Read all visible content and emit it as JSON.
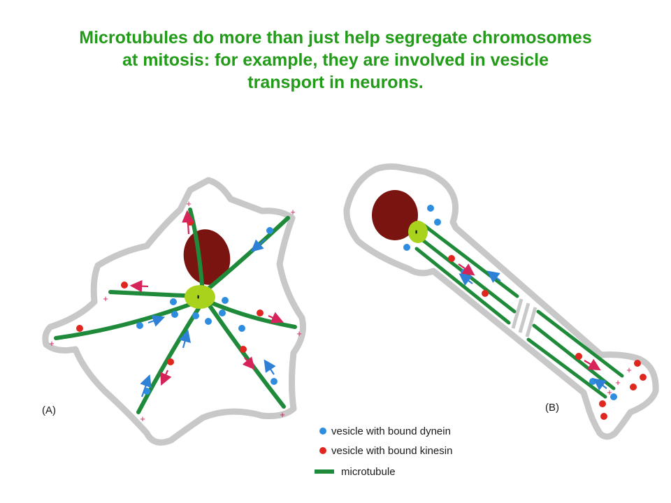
{
  "title": {
    "line1": "Microtubules do more than just help segregate chromosomes",
    "line2": "at mitosis:  for example, they are involved in vesicle",
    "line3": "transport in neurons."
  },
  "panels": {
    "a_label": "(A)",
    "b_label": "(B)"
  },
  "symbols": {
    "plus": "+",
    "minus": "-"
  },
  "legend": {
    "dynein": "vesicle with bound dynein",
    "kinesin": "vesicle with bound kinesin",
    "microtubule": "microtubule"
  },
  "colors": {
    "title": "#229b18",
    "microtubule": "#1f8a3a",
    "dynein_vesicle": "#2f8de0",
    "kinesin_vesicle": "#e0261e",
    "nucleus": "#7a1410",
    "centrosome": "#a9d21c",
    "arrow_kinesin": "#d6245a",
    "arrow_dynein": "#2e7fd6"
  }
}
